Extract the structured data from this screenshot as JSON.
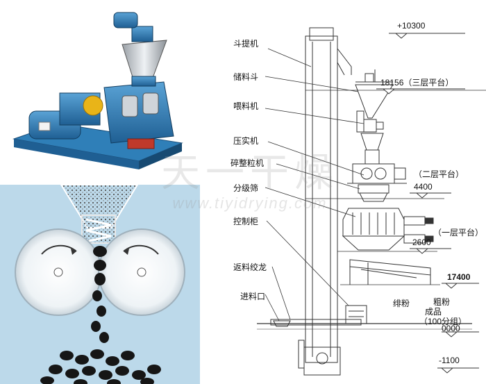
{
  "labels": {
    "bucket_elevator": "斗提机",
    "storage_hopper": "储料斗",
    "feeder": "喂料机",
    "compactor": "压实机",
    "crusher_granulator": "碎整粒机",
    "classifying_screen": "分级筛",
    "control_cabinet": "控制柜",
    "return_auger": "返料绞龙",
    "feed_inlet": "进料口"
  },
  "elevations": {
    "top": "+10300",
    "third_platform": "18156（三层平台）",
    "second_platform": "（二层平台）",
    "e4400": "4400",
    "first_platform": "（一层平台）",
    "e2600": "2600",
    "e17400": "17400",
    "fine_powder": "绯粉",
    "coarse_powder": "粗粉",
    "product": "成品",
    "product_grade": "（100分组）",
    "e0000": "0000",
    "bottom": "-1100"
  },
  "watermark": {
    "chinese": "天一干燥",
    "url": "www.tiyidrying.com"
  },
  "colors": {
    "machine_blue": "#2f7fb8",
    "schematic_bg": "#bcd9ea",
    "line": "#333333"
  }
}
